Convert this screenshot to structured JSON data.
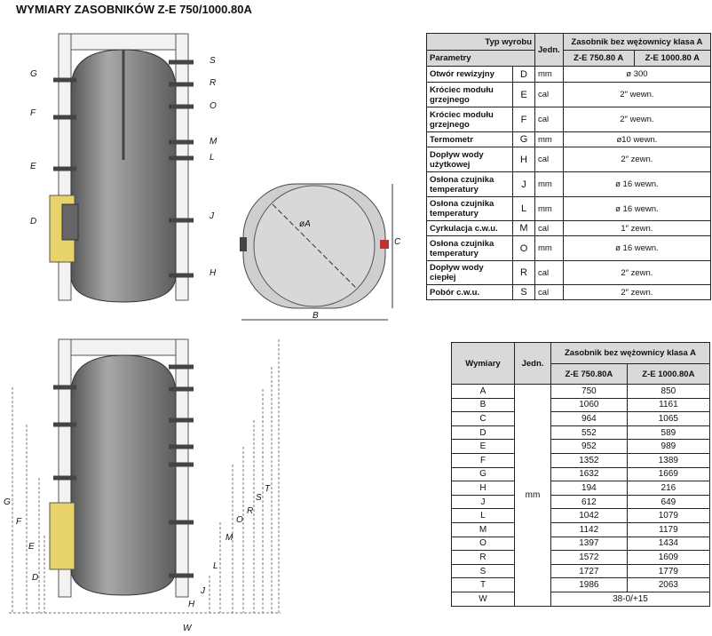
{
  "title": "WYMIARY ZASOBNIKÓW Z-E 750/1000.80A",
  "table1": {
    "header_type": "Typ wyrobu",
    "header_params": "Parametry",
    "header_unit": "Jedn.",
    "header_group": "Zasobnik bez wężownicy klasa A",
    "model1": "Z-E 750.80 A",
    "model2": "Z-E 1000.80 A",
    "rows": [
      {
        "param": "Otwór rewizyjny",
        "letter": "D",
        "unit": "mm",
        "value": "ø 300"
      },
      {
        "param": "Króciec modułu grzejnego",
        "letter": "E",
        "unit": "cal",
        "value": "2″ wewn."
      },
      {
        "param": "Króciec modułu grzejnego",
        "letter": "F",
        "unit": "cal",
        "value": "2″ wewn."
      },
      {
        "param": "Termometr",
        "letter": "G",
        "unit": "mm",
        "value": "ø10 wewn."
      },
      {
        "param": "Dopływ wody użytkowej",
        "letter": "H",
        "unit": "cal",
        "value": "2″ zewn."
      },
      {
        "param": "Osłona czujnika temperatury",
        "letter": "J",
        "unit": "mm",
        "value": "ø 16 wewn."
      },
      {
        "param": "Osłona czujnika temperatury",
        "letter": "L",
        "unit": "mm",
        "value": "ø 16 wewn."
      },
      {
        "param": "Cyrkulacja c.w.u.",
        "letter": "M",
        "unit": "cal",
        "value": "1″ zewn."
      },
      {
        "param": "Osłona czujnika temperatury",
        "letter": "O",
        "unit": "mm",
        "value": "ø 16 wewn."
      },
      {
        "param": "Dopływ wody ciepłej",
        "letter": "R",
        "unit": "cal",
        "value": "2″ zewn."
      },
      {
        "param": "Pobór c.w.u.",
        "letter": "S",
        "unit": "cal",
        "value": "2″ zewn."
      }
    ]
  },
  "table2": {
    "header_dim": "Wymiary",
    "header_unit": "Jedn.",
    "header_group": "Zasobnik bez wężownicy klasa A",
    "model1": "Z-E 750.80A",
    "model2": "Z-E 1000.80A",
    "unit": "mm",
    "rows": [
      {
        "dim": "A",
        "v1": "750",
        "v2": "850"
      },
      {
        "dim": "B",
        "v1": "1060",
        "v2": "1161"
      },
      {
        "dim": "C",
        "v1": "964",
        "v2": "1065"
      },
      {
        "dim": "D",
        "v1": "552",
        "v2": "589"
      },
      {
        "dim": "E",
        "v1": "952",
        "v2": "989"
      },
      {
        "dim": "F",
        "v1": "1352",
        "v2": "1389"
      },
      {
        "dim": "G",
        "v1": "1632",
        "v2": "1669"
      },
      {
        "dim": "H",
        "v1": "194",
        "v2": "216"
      },
      {
        "dim": "J",
        "v1": "612",
        "v2": "649"
      },
      {
        "dim": "L",
        "v1": "1042",
        "v2": "1079"
      },
      {
        "dim": "M",
        "v1": "1142",
        "v2": "1179"
      },
      {
        "dim": "O",
        "v1": "1397",
        "v2": "1434"
      },
      {
        "dim": "R",
        "v1": "1572",
        "v2": "1609"
      },
      {
        "dim": "S",
        "v1": "1727",
        "v2": "1779"
      },
      {
        "dim": "T",
        "v1": "1986",
        "v2": "2063"
      }
    ],
    "last": {
      "dim": "W",
      "value": "38-0/+15"
    }
  },
  "diagram": {
    "right": [
      "S",
      "R",
      "O",
      "M",
      "L",
      "J",
      "H"
    ],
    "left": [
      "G",
      "F",
      "E",
      "D"
    ],
    "top_view": {
      "diameter": "øA",
      "width": "B",
      "height": "C"
    },
    "bottom": [
      "G",
      "F",
      "E",
      "D",
      "J",
      "H",
      "W",
      "L",
      "M",
      "O",
      "R",
      "S",
      "T"
    ]
  },
  "colors": {
    "tank": "#8a8a8a",
    "insulation": "#e6d9a0",
    "header": "#d9d9d9"
  }
}
